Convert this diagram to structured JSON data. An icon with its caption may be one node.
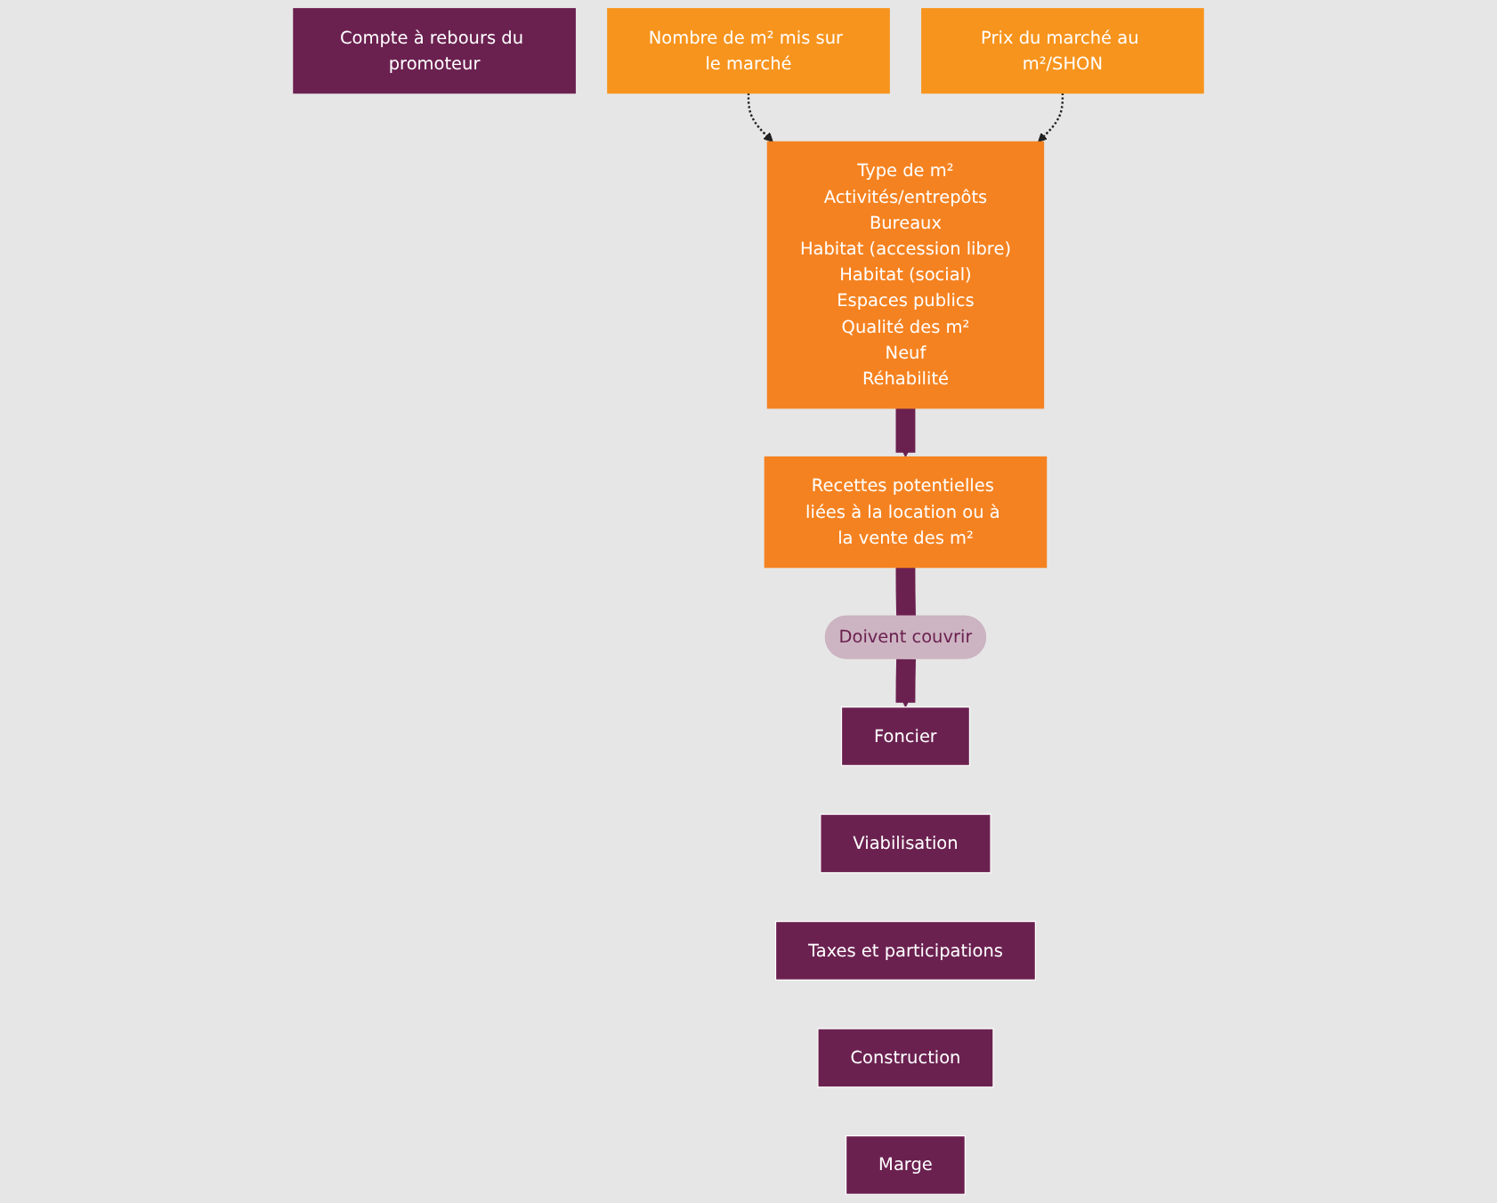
{
  "diagram": {
    "nodes": [
      {
        "text": [
          "Compte à rebours du promoteur"
        ]
      },
      {
        "text": [
          "Nombre de m² mis sur le marché"
        ]
      },
      {
        "text": [
          "Type de m²",
          "Activités/entrepôts",
          "Bureaux",
          "Habitat (accession libre)",
          "Habitat (social)",
          "Espaces publics",
          "Qualité des m²",
          "Neuf",
          "Réhabilité"
        ]
      },
      {
        "text": [
          "Prix du marché au m²/SHON"
        ]
      },
      {
        "text": [
          "Recettes potentielles liées à la location ou à la vente des m²"
        ]
      },
      {
        "text": [
          "Doivent couvrir"
        ]
      },
      {
        "text": [
          "Foncier"
        ]
      },
      {
        "text": [
          "Viabilisation"
        ]
      },
      {
        "text": [
          "Taxes et participations"
        ]
      },
      {
        "text": [
          "Construction"
        ]
      },
      {
        "text": [
          "Marge"
        ]
      }
    ],
    "edges": [
      {
        "from": 1,
        "to": 2,
        "arrow": "to",
        "style": "dashed",
        "color": "#222222"
      },
      {
        "from": 3,
        "to": 2,
        "arrow": "to",
        "style": "dashed",
        "color": "#222222"
      },
      {
        "from": 2,
        "to": 4,
        "arrow": "to"
      },
      {
        "from": 4,
        "to": 5,
        "arrow": "none"
      },
      {
        "from": 5,
        "to": 6,
        "arrow": "to"
      }
    ]
  }
}
